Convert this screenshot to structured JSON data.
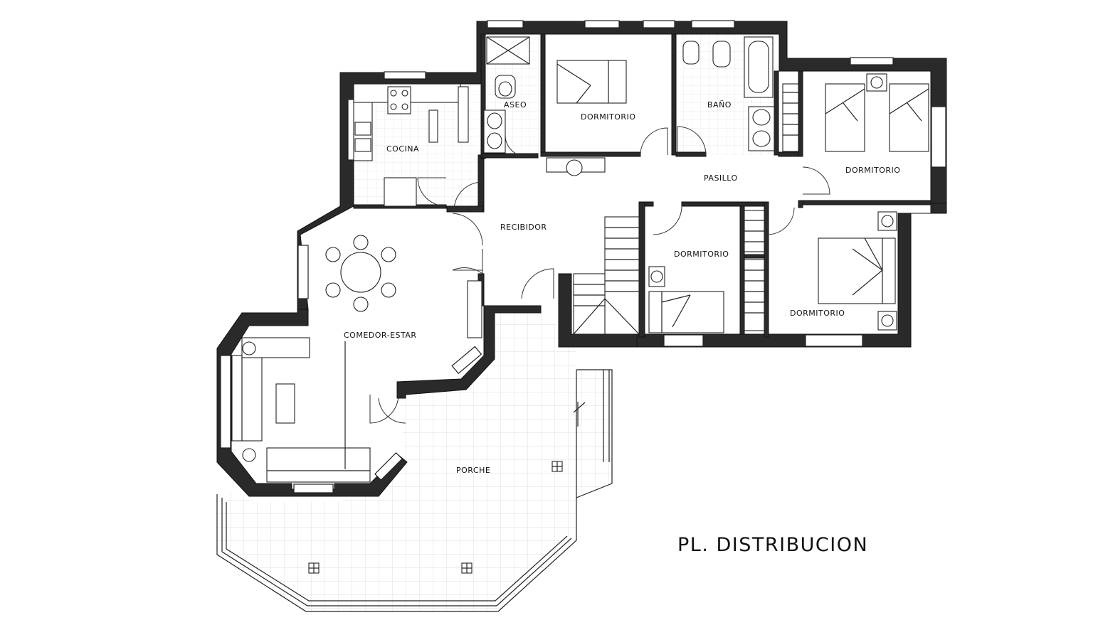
{
  "plan_title": "PL. DISTRIBUCION",
  "rooms": {
    "cocina": "COCINA",
    "aseo": "ASEO",
    "dormitorio_1": "DORMITORIO",
    "bano": "BAÑO",
    "dormitorio_2": "DORMITORIO",
    "pasillo": "PASILLO",
    "recibidor": "RECIBIDOR",
    "dormitorio_3": "DORMITORIO",
    "dormitorio_4": "DORMITORIO",
    "comedor_estar": "COMEDOR-ESTAR",
    "porche": "PORCHE"
  },
  "colors": {
    "wall": "#2a2a2a",
    "line": "#222222",
    "background": "#ffffff"
  }
}
